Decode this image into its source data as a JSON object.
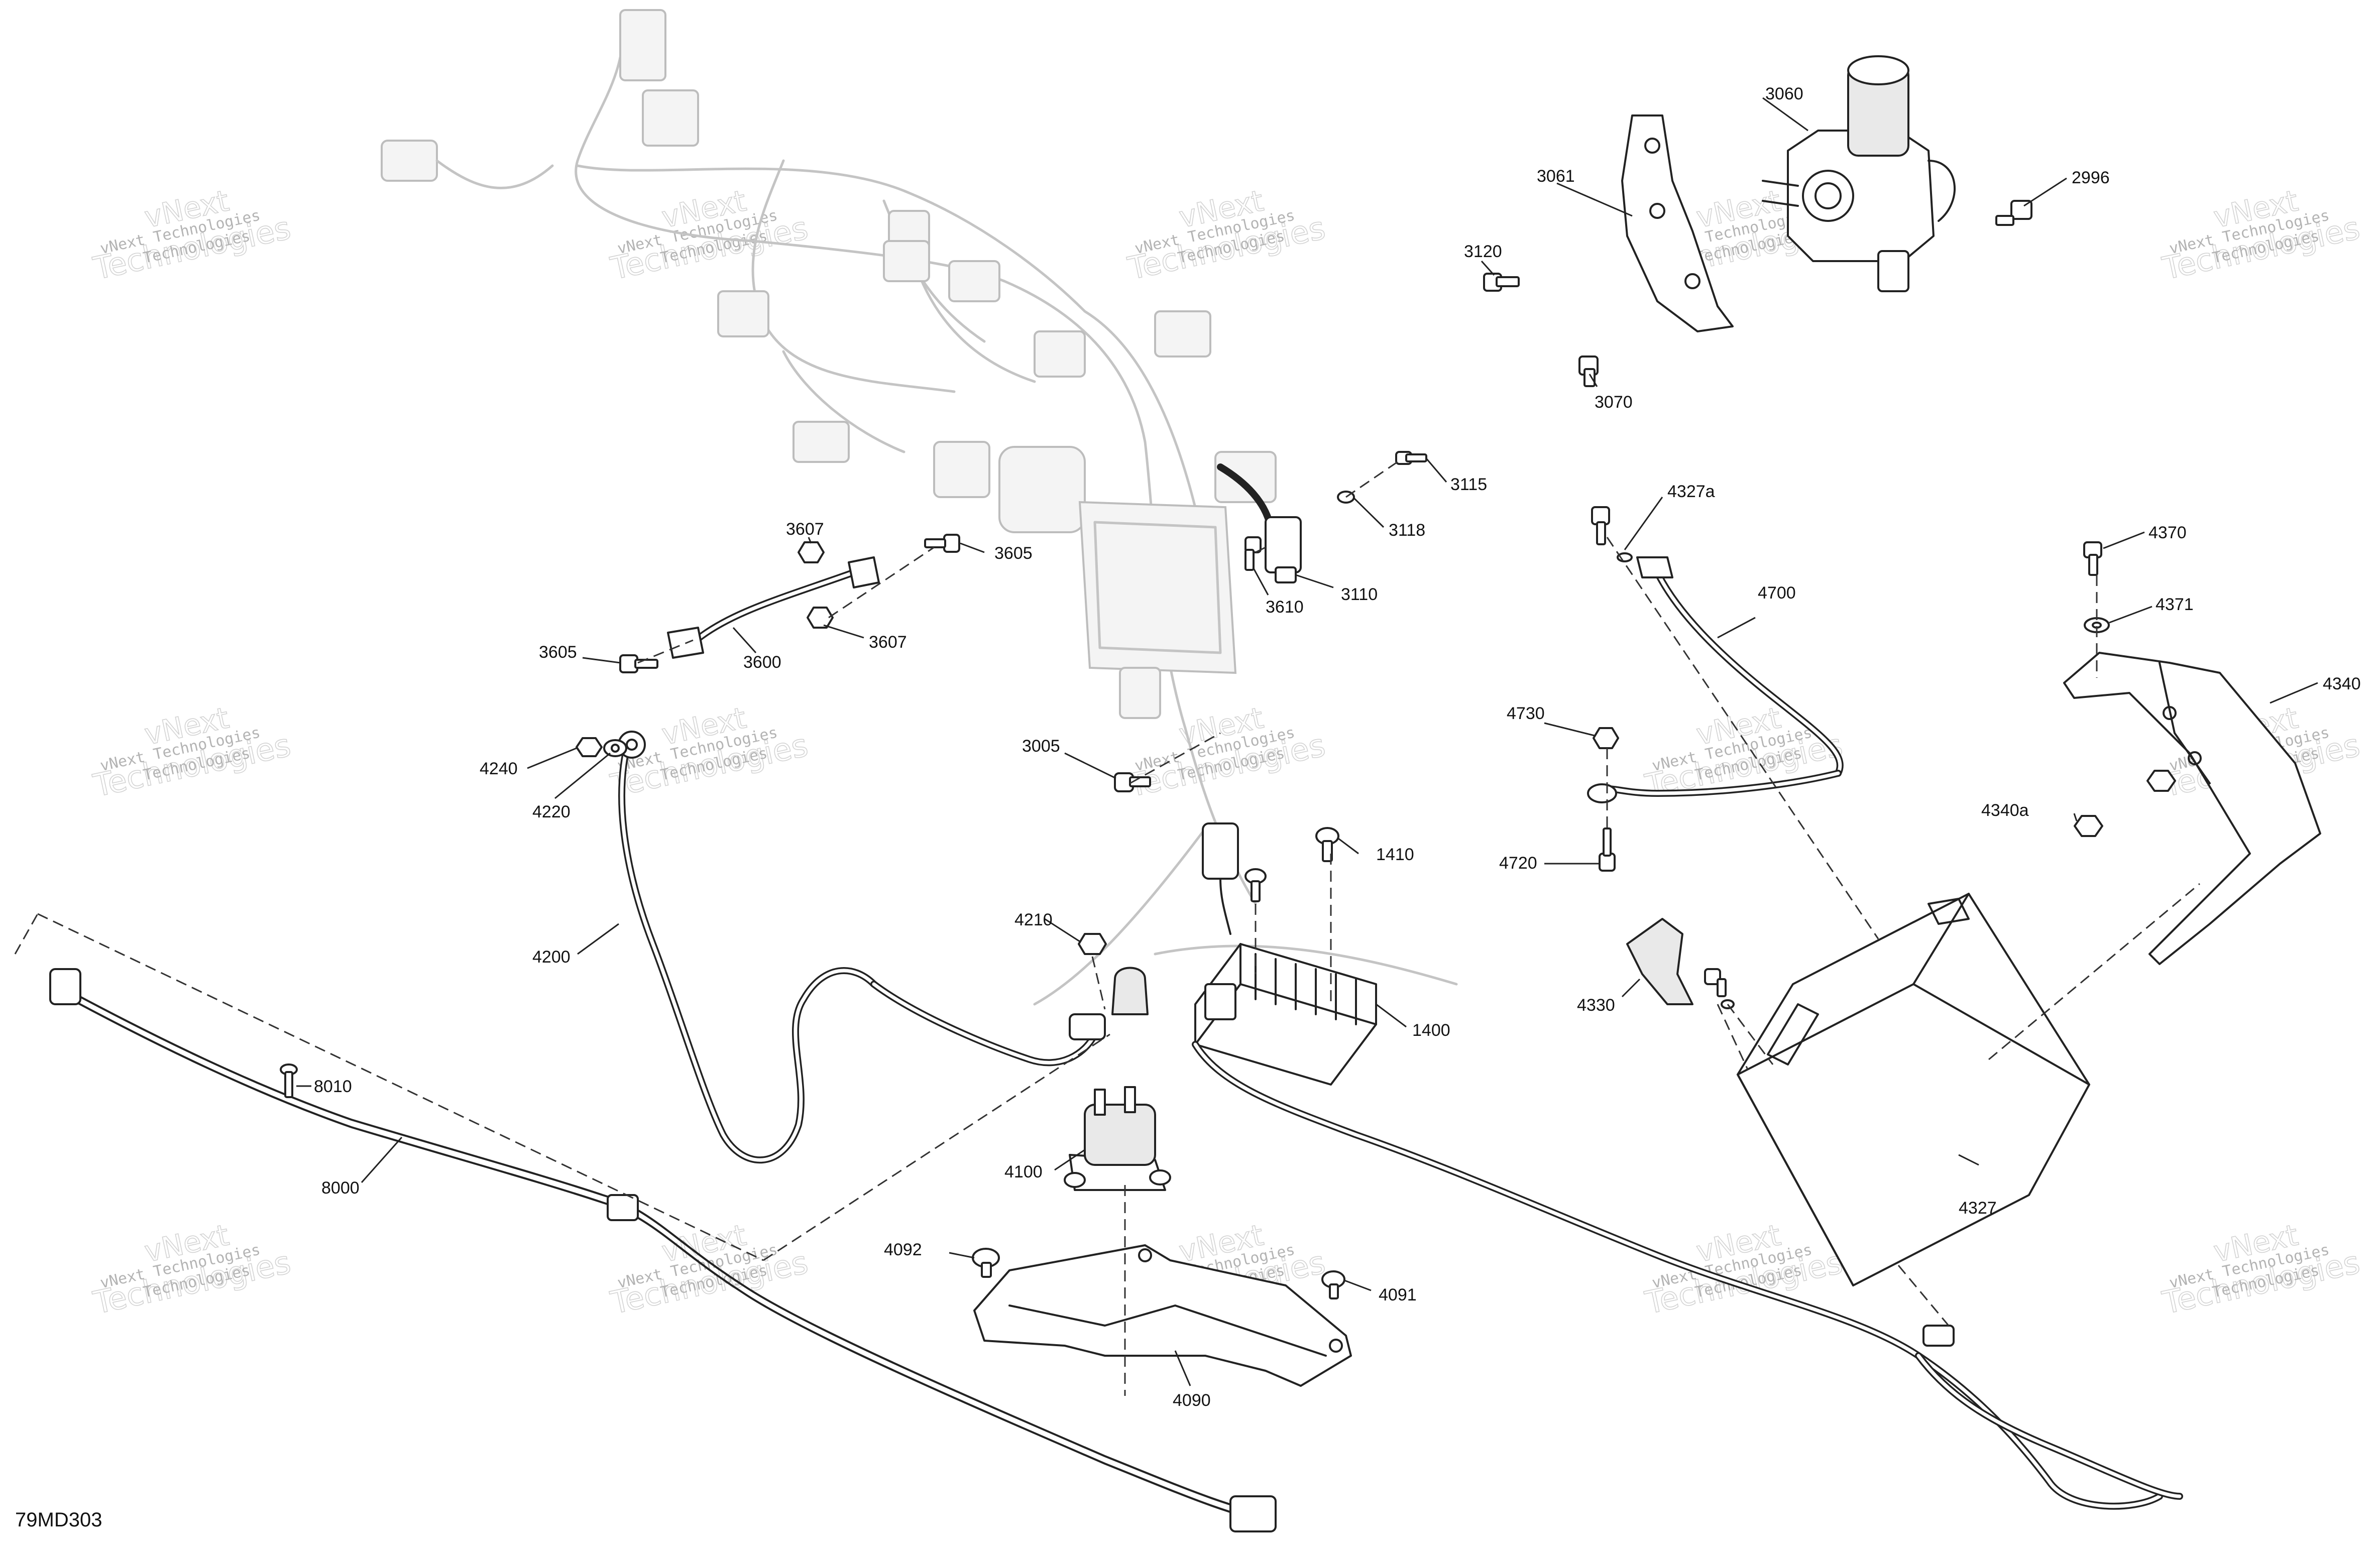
{
  "figure_code": "79MD303",
  "watermark": {
    "line1": "vNext Technologies",
    "line2": "Technologies",
    "line3": "vNext"
  },
  "callouts": {
    "c2996": "2996",
    "c3005": "3005",
    "c3060": "3060",
    "c3061": "3061",
    "c3070": "3070",
    "c3110": "3110",
    "c3115": "3115",
    "c3118": "3118",
    "c3120": "3120",
    "c3600": "3600",
    "c3605a": "3605",
    "c3605b": "3605",
    "c3607a": "3607",
    "c3607b": "3607",
    "c3610": "3610",
    "c1400": "1400",
    "c1410": "1410",
    "c4090": "4090",
    "c4091": "4091",
    "c4092": "4092",
    "c4100": "4100",
    "c4200": "4200",
    "c4210": "4210",
    "c4220": "4220",
    "c4240": "4240",
    "c4327": "4327",
    "c4327a": "4327a",
    "c4330": "4330",
    "c4340": "4340",
    "c4340a": "4340a",
    "c4370": "4370",
    "c4371": "4371",
    "c4700": "4700",
    "c4720": "4720",
    "c4730": "4730",
    "c8000": "8000",
    "c8010": "8010"
  }
}
